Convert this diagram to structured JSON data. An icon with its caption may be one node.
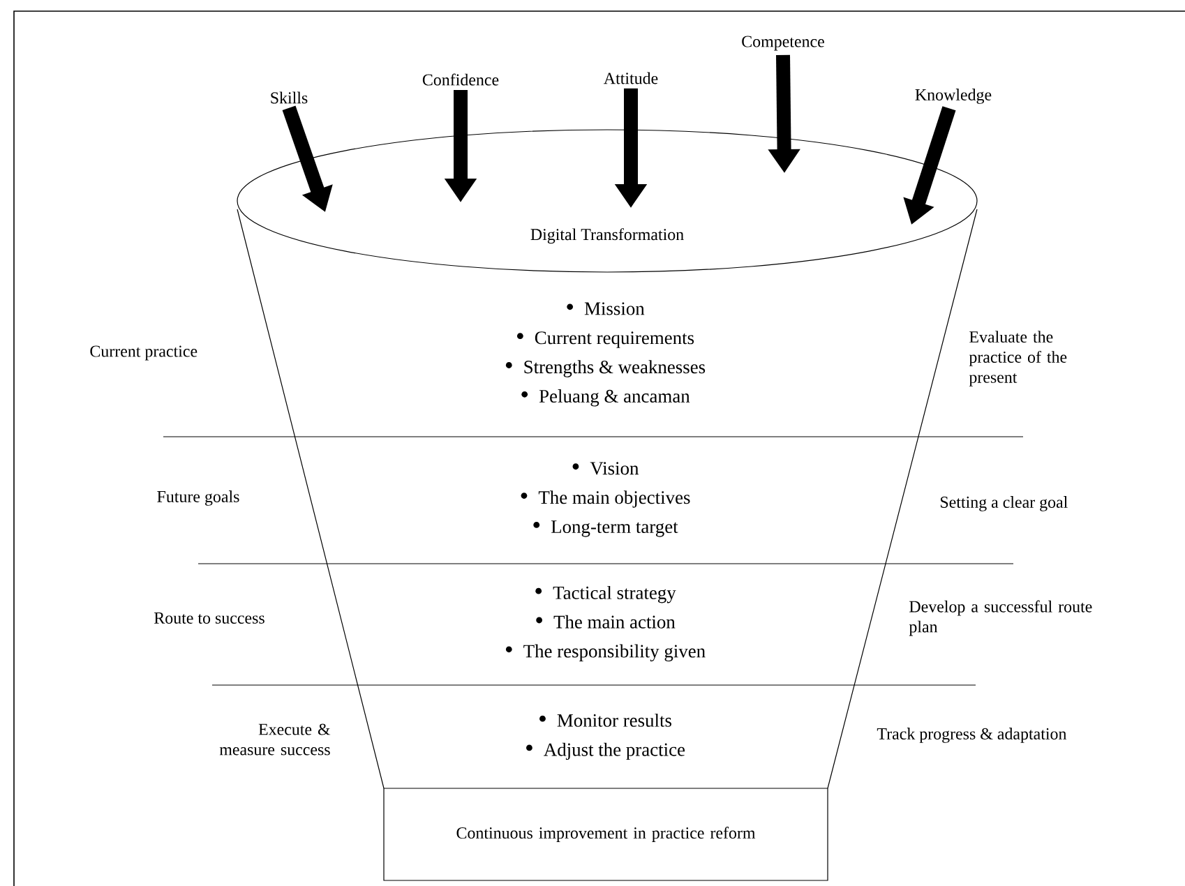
{
  "diagram": {
    "nodes": [
      {
        "text": [
          "Digital Transformation"
        ]
      },
      {
        "text": [
          "Skills"
        ]
      },
      {
        "text": [
          "Confidence"
        ]
      },
      {
        "text": [
          "Attitude"
        ]
      },
      {
        "text": [
          "Competence"
        ]
      },
      {
        "text": [
          "Knowledge"
        ]
      },
      {
        "text": [
          "Mission",
          "Current requirements",
          "Strengths & weaknesses",
          "Peluang & ancaman"
        ]
      },
      {
        "text": [
          "Vision",
          "The main objectives",
          "Long-term target"
        ]
      },
      {
        "text": [
          "Tactical strategy",
          "The main action",
          "The responsibility given"
        ]
      },
      {
        "text": [
          "Monitor results",
          "Adjust the practice"
        ]
      },
      {
        "text": [
          "Continuous improvement in practice reform"
        ]
      }
    ],
    "edges": [
      {
        "from": 1,
        "to": 0,
        "arrow": "to"
      },
      {
        "from": 2,
        "to": 0,
        "arrow": "to"
      },
      {
        "from": 3,
        "to": 0,
        "arrow": "to"
      },
      {
        "from": 4,
        "to": 0,
        "arrow": "to"
      },
      {
        "from": 5,
        "to": 0,
        "arrow": "to"
      }
    ],
    "labels": [
      "Current practice",
      "Evaluate the practice of the present",
      "Future goals",
      "Setting a clear goal",
      "Route to success",
      "Develop a successful route plan",
      "Execute & measure success",
      "Track progress & adaptation"
    ]
  }
}
